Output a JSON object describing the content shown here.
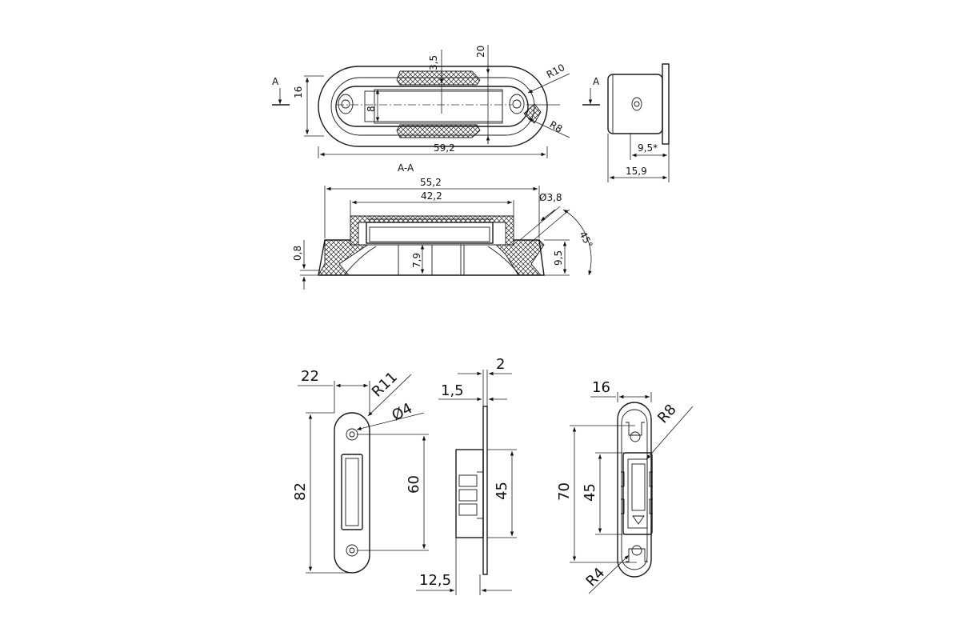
{
  "top_view": {
    "section_marker_left": "A",
    "section_marker_right": "A",
    "dim_height": "16",
    "dim_slot_width": "8",
    "dim_gap": "3,5",
    "dim_total_height": "20",
    "radius_outer": "R10",
    "radius_inner": "R8",
    "dim_length": "59,2"
  },
  "side_view_top": {
    "dim_depth": "9,5*",
    "dim_total_depth": "15,9"
  },
  "section_view": {
    "title": "A-A",
    "dim_outer_length": "55,2",
    "dim_inner_length": "42,2",
    "dim_hole": "Ø3,8",
    "dim_angle": "45°",
    "dim_flange": "0,8",
    "dim_pocket_depth": "7,9",
    "dim_total_depth": "9,5"
  },
  "strike_front": {
    "dim_width": "22",
    "radius": "R11",
    "dim_hole": "Ø4",
    "dim_height": "82",
    "dim_hole_spacing": "60"
  },
  "strike_side": {
    "dim_plate": "2",
    "dim_offset": "1,5",
    "dim_box_height": "45",
    "dim_box_depth": "12,5"
  },
  "insert_front": {
    "dim_width": "16",
    "radius_outer": "R8",
    "dim_height": "70",
    "dim_box_height": "45",
    "radius_inner": "R4"
  }
}
